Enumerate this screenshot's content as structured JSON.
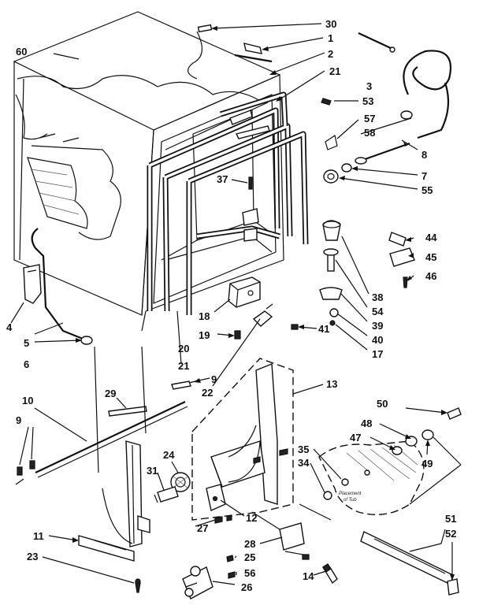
{
  "diagram": {
    "callouts": [
      {
        "id": "c30",
        "text": "30"
      },
      {
        "id": "c1",
        "text": "1"
      },
      {
        "id": "c2",
        "text": "2"
      },
      {
        "id": "c21a",
        "text": "21"
      },
      {
        "id": "c53",
        "text": "53"
      },
      {
        "id": "c3",
        "text": "3"
      },
      {
        "id": "c60",
        "text": "60"
      },
      {
        "id": "c57",
        "text": "57"
      },
      {
        "id": "c58",
        "text": "58"
      },
      {
        "id": "c8",
        "text": "8"
      },
      {
        "id": "c7",
        "text": "7"
      },
      {
        "id": "c55",
        "text": "55"
      },
      {
        "id": "c37",
        "text": "37"
      },
      {
        "id": "c44",
        "text": "44"
      },
      {
        "id": "c45",
        "text": "45"
      },
      {
        "id": "c46",
        "text": "46"
      },
      {
        "id": "c38",
        "text": "38"
      },
      {
        "id": "c54",
        "text": "54"
      },
      {
        "id": "c39",
        "text": "39"
      },
      {
        "id": "c40",
        "text": "40"
      },
      {
        "id": "c17",
        "text": "17"
      },
      {
        "id": "c41",
        "text": "41"
      },
      {
        "id": "c4",
        "text": "4"
      },
      {
        "id": "c5",
        "text": "5"
      },
      {
        "id": "c6",
        "text": "6"
      },
      {
        "id": "c18",
        "text": "18"
      },
      {
        "id": "c19",
        "text": "19"
      },
      {
        "id": "c20",
        "text": "20"
      },
      {
        "id": "c21b",
        "text": "21"
      },
      {
        "id": "c9a",
        "text": "9"
      },
      {
        "id": "c22",
        "text": "22"
      },
      {
        "id": "c13",
        "text": "13"
      },
      {
        "id": "c29",
        "text": "29"
      },
      {
        "id": "c10",
        "text": "10"
      },
      {
        "id": "c9b",
        "text": "9"
      },
      {
        "id": "c50",
        "text": "50"
      },
      {
        "id": "c48",
        "text": "48"
      },
      {
        "id": "c47",
        "text": "47"
      },
      {
        "id": "c49",
        "text": "49"
      },
      {
        "id": "c35",
        "text": "35"
      },
      {
        "id": "c34",
        "text": "34"
      },
      {
        "id": "c24",
        "text": "24"
      },
      {
        "id": "c31",
        "text": "31"
      },
      {
        "id": "c12",
        "text": "12"
      },
      {
        "id": "c27",
        "text": "27"
      },
      {
        "id": "c11",
        "text": "11"
      },
      {
        "id": "c51",
        "text": "51"
      },
      {
        "id": "c52",
        "text": "52"
      },
      {
        "id": "c28",
        "text": "28"
      },
      {
        "id": "c25",
        "text": "25"
      },
      {
        "id": "c56",
        "text": "56"
      },
      {
        "id": "c26",
        "text": "26"
      },
      {
        "id": "c14",
        "text": "14"
      },
      {
        "id": "c23",
        "text": "23"
      }
    ],
    "tub_note_line1": "Placement",
    "tub_note_line2": "of Tub"
  }
}
